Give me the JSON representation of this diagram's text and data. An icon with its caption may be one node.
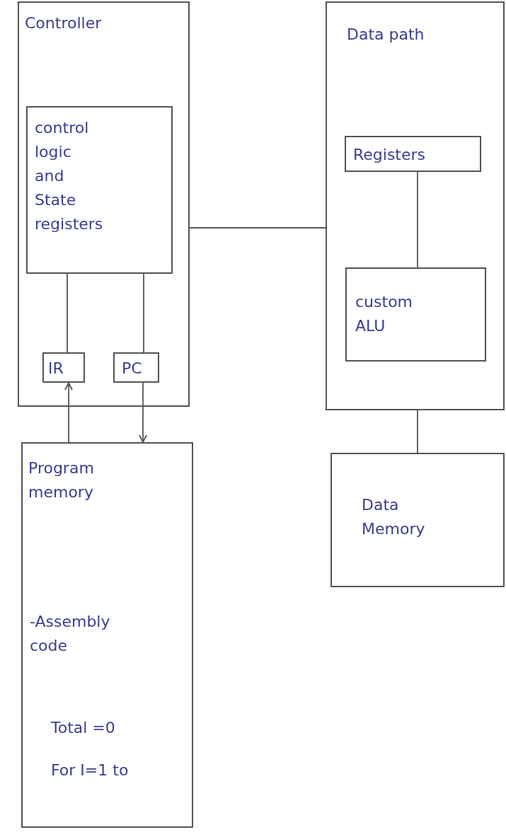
{
  "diagram": {
    "nodes": [
      {
        "text": [
          "Controller"
        ]
      },
      {
        "text": [
          "control logic and State registers"
        ],
        "in": 0
      },
      {
        "text": [
          "IR"
        ],
        "in": 0
      },
      {
        "text": [
          "PC"
        ],
        "in": 0
      },
      {
        "text": [
          "Data path"
        ]
      },
      {
        "text": [
          "Registers"
        ],
        "in": 4
      },
      {
        "text": [
          "custom ALU"
        ],
        "in": 4
      },
      {
        "text": [
          "Program memory",
          "-Assembly code",
          "Total =0",
          "For I=1 to"
        ]
      },
      {
        "text": [
          "Data Memory"
        ]
      }
    ],
    "edges": [
      {
        "from": 1,
        "to": 2,
        "arrow": "none"
      },
      {
        "from": 1,
        "to": 3,
        "arrow": "none"
      },
      {
        "from": 0,
        "to": 4,
        "arrow": "none"
      },
      {
        "from": 5,
        "to": 6,
        "arrow": "none"
      },
      {
        "from": 4,
        "to": 8,
        "arrow": "none"
      },
      {
        "from": 7,
        "to": 2,
        "arrow": "to"
      },
      {
        "from": 3,
        "to": 7,
        "arrow": "to"
      }
    ]
  }
}
